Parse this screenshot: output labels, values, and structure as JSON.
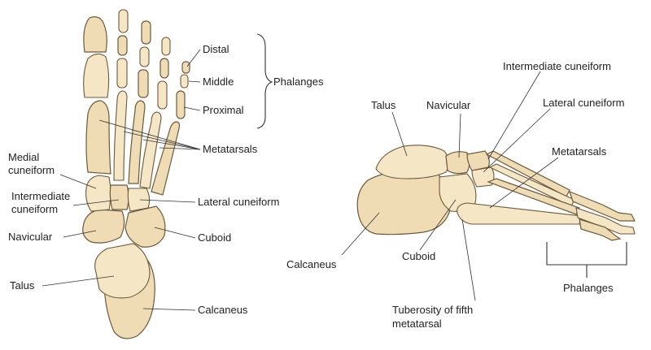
{
  "colors": {
    "bone": "#efdcb4",
    "bone_outline": "#6b5a3c",
    "leader": "#333333",
    "text": "#222222"
  },
  "dorsal_view": {
    "labels": {
      "distal": "Distal",
      "middle": "Middle",
      "proximal": "Proximal",
      "phalanges": "Phalanges",
      "metatarsals": "Metatarsals",
      "medial_cuneiform_line1": "Medial",
      "medial_cuneiform_line2": "cuneiform",
      "intermediate_cuneiform_line1": "Intermediate",
      "intermediate_cuneiform_line2": "cuneiform",
      "lateral_cuneiform": "Lateral cuneiform",
      "navicular": "Navicular",
      "cuboid": "Cuboid",
      "talus": "Talus",
      "calcaneus": "Calcaneus"
    }
  },
  "lateral_view": {
    "labels": {
      "intermediate_cuneiform": "Intermediate cuneiform",
      "talus": "Talus",
      "navicular": "Navicular",
      "lateral_cuneiform": "Lateral cuneiform",
      "metatarsals": "Metatarsals",
      "calcaneus": "Calcaneus",
      "cuboid": "Cuboid",
      "phalanges": "Phalanges",
      "tuberosity_line1": "Tuberosity of fifth",
      "tuberosity_line2": "metatarsal"
    }
  }
}
